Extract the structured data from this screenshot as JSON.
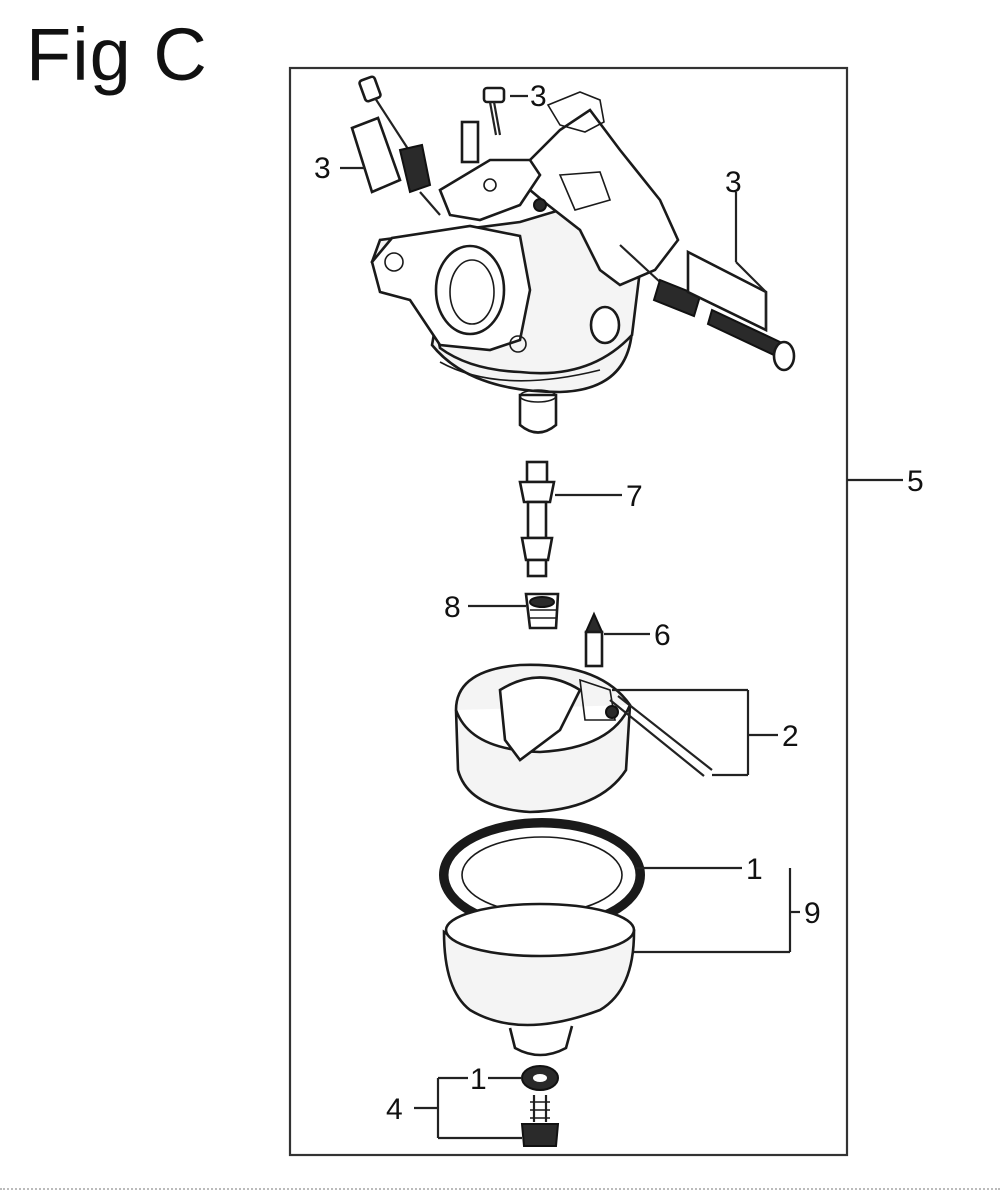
{
  "figure": {
    "title": "Fig C"
  },
  "callouts": {
    "c3_top": "3",
    "c3_left": "3",
    "c3_right": "3",
    "c5": "5",
    "c7": "7",
    "c8": "8",
    "c6": "6",
    "c2": "2",
    "c1_ring": "1",
    "c9": "9",
    "c1_bolt": "1",
    "c4": "4"
  }
}
